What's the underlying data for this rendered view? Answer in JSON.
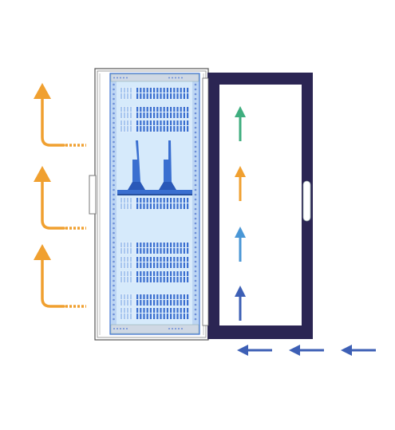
{
  "diagram": {
    "subject": "server-rack-with-open-door-airflow",
    "colors": {
      "exhaust_arrow": "#f0a030",
      "door_frame": "#2b2553",
      "rack_blue": "#3a6fd0",
      "rack_light": "#cfe6fa",
      "inside_arrow_green": "#3fae7f",
      "inside_arrow_orange": "#f0a030",
      "inside_arrow_lightblue": "#4a97d6",
      "inside_arrow_darkblue": "#3d5fb5",
      "intake_arrow": "#3d5fb5"
    },
    "exhaust_arrows": [
      {
        "name": "exhaust-arrow-top"
      },
      {
        "name": "exhaust-arrow-middle"
      },
      {
        "name": "exhaust-arrow-bottom"
      }
    ],
    "door_arrows": [
      {
        "name": "door-arrow-green",
        "color_key": "inside_arrow_green"
      },
      {
        "name": "door-arrow-orange",
        "color_key": "inside_arrow_orange"
      },
      {
        "name": "door-arrow-lightblue",
        "color_key": "inside_arrow_lightblue"
      },
      {
        "name": "door-arrow-darkblue",
        "color_key": "inside_arrow_darkblue"
      }
    ],
    "intake_arrows": [
      {
        "name": "intake-arrow-1"
      },
      {
        "name": "intake-arrow-2"
      },
      {
        "name": "intake-arrow-3"
      }
    ]
  }
}
